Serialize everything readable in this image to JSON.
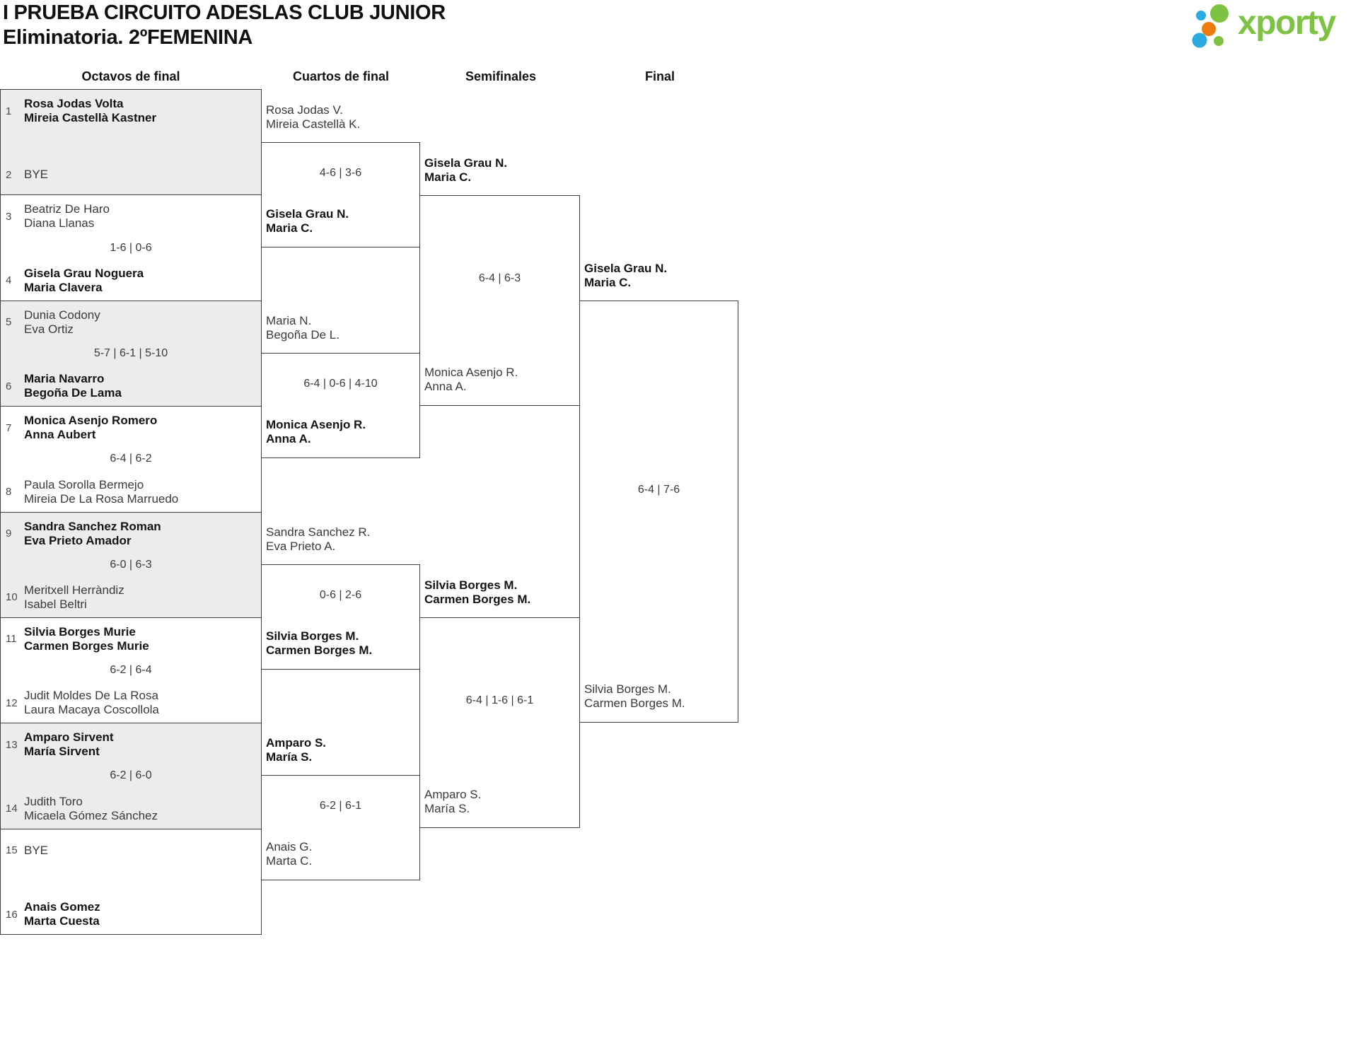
{
  "header": {
    "title_line1": "I PRUEBA CIRCUITO ADESLAS CLUB JUNIOR",
    "title_line2": "Eliminatoria. 2ºFEMENINA",
    "logo_text": "xporty"
  },
  "colors": {
    "brand_green": "#7dc242",
    "brand_blue": "#2ba9e1",
    "brand_orange": "#ec7c0c",
    "box_gray": "#ececec",
    "border": "#3f3f3f"
  },
  "bracket": {
    "round_headers": [
      "Octavos de final",
      "Cuartos de final",
      "Semifinales",
      "Final"
    ],
    "r16": [
      {
        "score": "",
        "top": {
          "seed": "1",
          "lines": [
            "Rosa Jodas Volta",
            "Mireia Castellà Kastner"
          ],
          "bold": true
        },
        "bottom": {
          "seed": "2",
          "lines": [
            "BYE",
            ""
          ],
          "bold": false
        }
      },
      {
        "score": "1-6 | 0-6",
        "top": {
          "seed": "3",
          "lines": [
            "Beatriz De Haro",
            "Diana Llanas"
          ],
          "bold": false
        },
        "bottom": {
          "seed": "4",
          "lines": [
            "Gisela Grau Noguera",
            "Maria Clavera"
          ],
          "bold": true
        }
      },
      {
        "score": "5-7 | 6-1 | 5-10",
        "top": {
          "seed": "5",
          "lines": [
            "Dunia Codony",
            "Eva Ortiz"
          ],
          "bold": false
        },
        "bottom": {
          "seed": "6",
          "lines": [
            "Maria Navarro",
            "Begoña De Lama"
          ],
          "bold": true
        }
      },
      {
        "score": "6-4 | 6-2",
        "top": {
          "seed": "7",
          "lines": [
            "Monica Asenjo Romero",
            "Anna Aubert"
          ],
          "bold": true
        },
        "bottom": {
          "seed": "8",
          "lines": [
            "Paula Sorolla Bermejo",
            "Mireia De La Rosa Marruedo"
          ],
          "bold": false
        }
      },
      {
        "score": "6-0 | 6-3",
        "top": {
          "seed": "9",
          "lines": [
            "Sandra Sanchez Roman",
            "Eva Prieto Amador"
          ],
          "bold": true
        },
        "bottom": {
          "seed": "10",
          "lines": [
            "Meritxell Herràndiz",
            "Isabel Beltri"
          ],
          "bold": false
        }
      },
      {
        "score": "6-2 | 6-4",
        "top": {
          "seed": "11",
          "lines": [
            "Silvia Borges Murie",
            "Carmen Borges Murie"
          ],
          "bold": true
        },
        "bottom": {
          "seed": "12",
          "lines": [
            "Judit Moldes De La Rosa",
            "Laura Macaya Coscollola"
          ],
          "bold": false
        }
      },
      {
        "score": "6-2 | 6-0",
        "top": {
          "seed": "13",
          "lines": [
            "Amparo Sirvent",
            "María Sirvent"
          ],
          "bold": true
        },
        "bottom": {
          "seed": "14",
          "lines": [
            "Judith Toro",
            "Micaela Gómez Sánchez"
          ],
          "bold": false
        }
      },
      {
        "score": "",
        "top": {
          "seed": "15",
          "lines": [
            "BYE",
            ""
          ],
          "bold": false
        },
        "bottom": {
          "seed": "16",
          "lines": [
            "Anais Gomez",
            "Marta Cuesta"
          ],
          "bold": true
        }
      }
    ],
    "qf": [
      {
        "score": "4-6 | 3-6",
        "top": {
          "lines": [
            "Rosa Jodas V.",
            "Mireia Castellà K."
          ],
          "bold": false
        },
        "bottom": {
          "lines": [
            "Gisela Grau N.",
            "Maria C."
          ],
          "bold": true
        }
      },
      {
        "score": "6-4 | 0-6 | 4-10",
        "top": {
          "lines": [
            "Maria N.",
            "Begoña De L."
          ],
          "bold": false
        },
        "bottom": {
          "lines": [
            "Monica Asenjo R.",
            "Anna A."
          ],
          "bold": true
        }
      },
      {
        "score": "0-6 | 2-6",
        "top": {
          "lines": [
            "Sandra Sanchez R.",
            "Eva Prieto A."
          ],
          "bold": false
        },
        "bottom": {
          "lines": [
            "Silvia Borges M.",
            "Carmen Borges M."
          ],
          "bold": true
        }
      },
      {
        "score": "6-2 | 6-1",
        "top": {
          "lines": [
            "Amparo S.",
            "María S."
          ],
          "bold": true
        },
        "bottom": {
          "lines": [
            "Anais G.",
            "Marta C."
          ],
          "bold": false
        }
      }
    ],
    "sf": [
      {
        "score": "6-4 | 6-3",
        "top": {
          "lines": [
            "Gisela Grau N.",
            "Maria C."
          ],
          "bold": true
        },
        "bottom": {
          "lines": [
            "Monica Asenjo R.",
            "Anna A."
          ],
          "bold": false
        }
      },
      {
        "score": "6-4 | 1-6 | 6-1",
        "top": {
          "lines": [
            "Silvia Borges M.",
            "Carmen Borges M."
          ],
          "bold": true
        },
        "bottom": {
          "lines": [
            "Amparo S.",
            "María S."
          ],
          "bold": false
        }
      }
    ],
    "final": [
      {
        "score": "6-4 | 7-6",
        "top": {
          "lines": [
            "Gisela Grau N.",
            "Maria C."
          ],
          "bold": true
        },
        "bottom": {
          "lines": [
            "Silvia Borges M.",
            "Carmen Borges M."
          ],
          "bold": false
        }
      }
    ]
  }
}
